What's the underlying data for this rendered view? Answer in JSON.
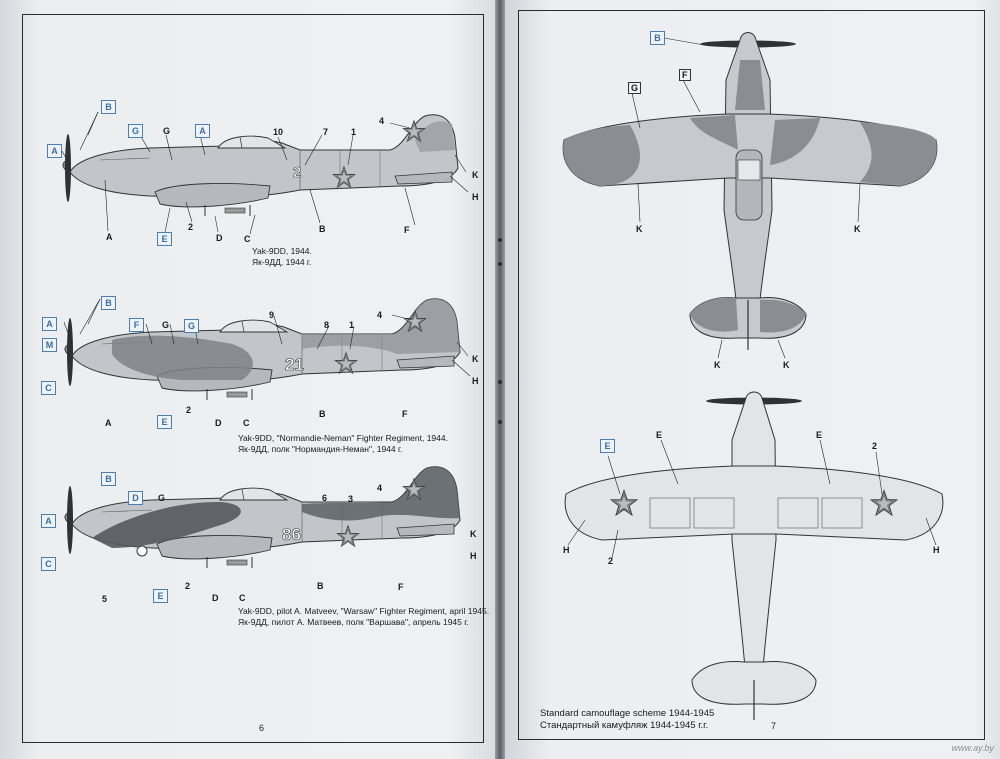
{
  "left_page": {
    "page_number": "6",
    "profiles": [
      {
        "caption_en": "Yak-9DD, 1944.",
        "caption_ru": "Як-9ДД, 1944 г.",
        "fuselage_number": "2",
        "labels_plain": [
          "10",
          "7",
          "1",
          "4",
          "G",
          "K",
          "H",
          "A",
          "2",
          "D",
          "C",
          "B",
          "F"
        ],
        "labels_boxed": [
          "B",
          "G",
          "A",
          "A",
          "E"
        ]
      },
      {
        "caption_en": "Yak-9DD, \"Normandie-Neman\" Fighter Regiment, 1944.",
        "caption_ru": "Як-9ДД,  полк \"Нормандия-Неман\", 1944 г.",
        "fuselage_number": "21",
        "labels_plain": [
          "9",
          "8",
          "1",
          "4",
          "G",
          "K",
          "H",
          "A",
          "2",
          "D",
          "C",
          "B",
          "F"
        ],
        "labels_boxed": [
          "B",
          "A",
          "M",
          "F",
          "G",
          "C",
          "E"
        ]
      },
      {
        "caption_en": "Yak-9DD, pilot A. Matveev, \"Warsaw\" Fighter Regiment, april 1945.",
        "caption_ru": "Як-9ДД, пилот А. Матвеев, полк \"Варшава\", апрель 1945 г.",
        "fuselage_number": "86",
        "labels_plain": [
          "G",
          "6",
          "3",
          "4",
          "K",
          "H",
          "5",
          "2",
          "D",
          "C",
          "B",
          "F"
        ],
        "labels_boxed": [
          "B",
          "D",
          "A",
          "C",
          "E"
        ]
      }
    ]
  },
  "right_page": {
    "page_number": "7",
    "caption_en": "Standard camouflage scheme 1944-1945",
    "caption_ru": "Стандартный камуфляж 1944-1945 г.г.",
    "top_view": {
      "labels_plain": [
        "G",
        "F",
        "K",
        "K",
        "K",
        "K"
      ],
      "labels_boxed": [
        "B"
      ]
    },
    "bottom_view": {
      "labels_plain": [
        "E",
        "E",
        "2",
        "H",
        "H",
        "2"
      ],
      "labels_boxed": [
        "E"
      ]
    }
  },
  "watermark": "www.ay.by",
  "colors": {
    "paper": "#eceef0",
    "camo_dark": "#8a8d91",
    "camo_light": "#c6c9cd",
    "box_blue": "#4a7fb0",
    "star_red": "#c0404a"
  }
}
